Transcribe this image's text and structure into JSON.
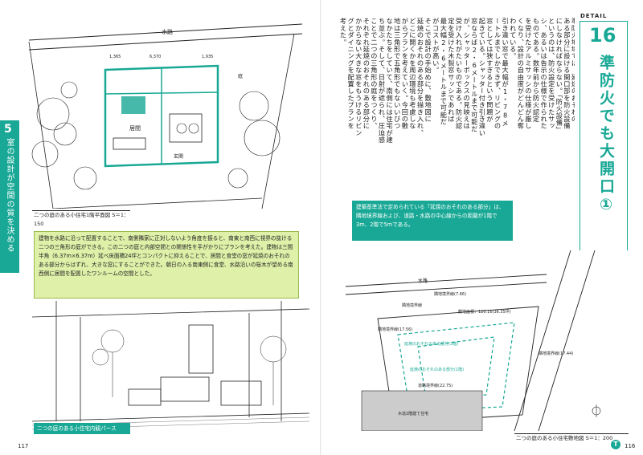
{
  "left_page": {
    "chapter": {
      "number": "5",
      "title": "室の設計が空間の質を決める"
    },
    "floor_plan": {
      "caption": "二つの庭のある小住宅1階平面図 S＝1：150",
      "labels": {
        "road": "水路",
        "living": "居間",
        "entrance": "玄関",
        "garden": "庭",
        "dim1": "1,365",
        "dim2": "6,370",
        "dim3": "1,935"
      }
    },
    "description": "建物を水路に沿って配置することで、南側隣家に正対しないよう角度を振ると、南東と南西に視界の抜ける二つの三角形の庭ができる。この二つの庭と内部空間との関係性を手がかりにプランを考えた。建物は三間半角（6.37m×6.37m）延べ床面積24坪とコンパクトに抑えることで、居間と食堂の窓が延焼のおそれのある部分からはずれ、大きな窓にすることができた。朝日の入る南東側に食堂、水路沿いの桜木が望める南西側に居間を配置したワンルームの空間とした。",
    "perspective_caption": "二つの庭のある小住宅内観パース",
    "page_number": "117"
  },
  "right_page": {
    "detail_label": "DETAIL",
    "detail_number": "16",
    "title": "準防火でも大開口①",
    "body_columns": [
      "準防火地域では、延焼のおそれの",
      "ある部分に設ける開口部を防火設備",
      "にしなければならない。「防火設備」",
      "というのは、防火設定を受けたサッ",
      "シ、あるいは告示の仕様で作られた",
      "ものである。数年前から防火認定",
      "を受けたアルミサッシの仕様が厳し",
      "くなり、設計の自由度がどんどん奪",
      "われている。",
      "引き違い窓で最大幅が1・78メ",
      "ートルまでしかできず、リビングの",
      "窓としては狭すぎるという問題が",
      "起きている。シャッター付き引き違い",
      "窓ならば2・6メートルまで可能だ",
      "が、シャッターボックスの見映えは",
      "受け入れがたいものである。防火認",
      "定を受けた木製窓サッシであれば",
      "最大幅2・6メートルまで可能だ",
      "がコストが高い。",
      "そこで設計の手始めに、敷地図に",
      "延焼のおそれのある部分を描き入れ、",
      "どこに開くかを周辺環境も考慮しな",
      "がらプランを考えていく。今回の敷",
      "地は三角形で五角形でもないいびつ",
      "なかたちをしていて、南側には住宅が建",
      "ち並ぶ。そして、日射が遮られ、圧迫感",
      "ことで二つの三角形の庭をつくり、",
      "それぞれ延焼のおそれのある部分に",
      "かからない大きな窓をもうけるリビン",
      "グとダイニングを配置したプランを",
      "考えた。"
    ],
    "note_box": "建築基準法で定められている「延焼のおそれのある部分」は、隣地境界線および、道路・水路の中心線からの距離が1階で3m、2階で5mである。",
    "site_plan": {
      "caption": "二つの庭のある小住宅敷地図 S＝1：200",
      "labels": {
        "road": "水路",
        "boundary_a": "隣地境界線(7.66)",
        "boundary_b": "隣地境界線",
        "area": "敷地面積：120.16(36.35坪)",
        "fire_zone_1": "延焼のおそれのある部分(2階)",
        "fire_zone_2": "延焼のおそれのある部分(1階)",
        "boundary_c": "隣地境界線(17.44)",
        "boundary_d": "隣地境界線(17.56)",
        "boundary_e": "道路境界線(22.75)",
        "neighbor": "木造2階建て住宅"
      }
    },
    "page_number": "116",
    "logo_letter": "T"
  },
  "colors": {
    "accent": "#18a895",
    "note_green": "#dff0a9"
  }
}
